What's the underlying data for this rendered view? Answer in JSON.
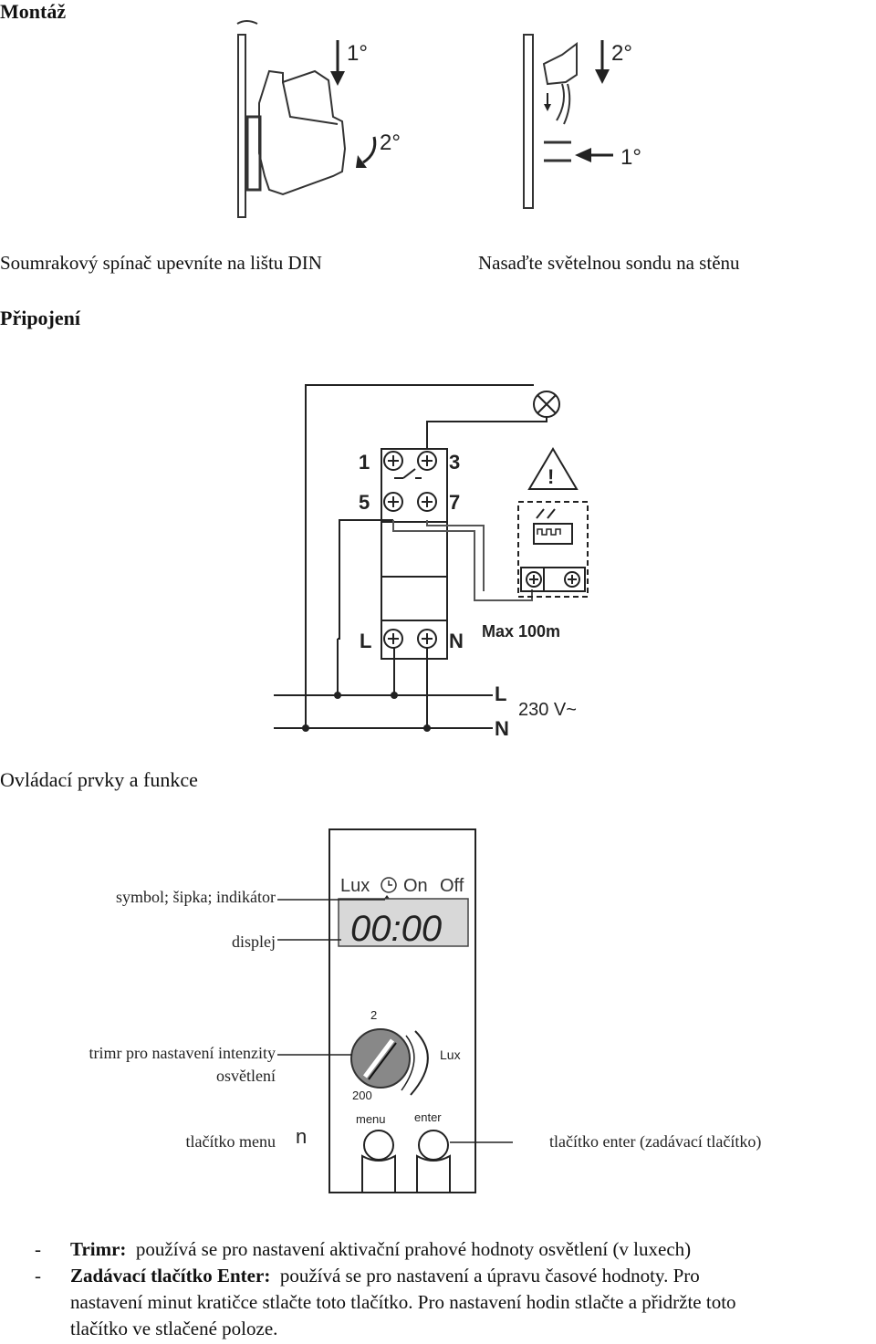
{
  "headings": {
    "mounting": "Montáž",
    "connection": "Připojení",
    "controls": "Ovládací prvky a funkce"
  },
  "captions": {
    "din_rail": "Soumrakový spínač upevníte na lištu DIN",
    "probe": "Nasaďte světelnou sondu na stěnu"
  },
  "mount_diagram": {
    "left_step1": "1°",
    "left_step2": "2°",
    "right_step2": "2°",
    "right_step1": "1°"
  },
  "wiring_diagram": {
    "terminal_1": "1",
    "terminal_3": "3",
    "terminal_5": "5",
    "terminal_7": "7",
    "terminal_L": "L",
    "terminal_N": "N",
    "max_length": "Max 100m",
    "line_L": "L",
    "line_N": "N",
    "voltage": "230 V~"
  },
  "device_diagram": {
    "lux": "Lux",
    "on": "On",
    "off": "Off",
    "display_value": "00:00",
    "dial_top": "2",
    "dial_bottom": "200",
    "dial_unit": "Lux",
    "menu_button": "menu",
    "enter_button": "enter",
    "side_mark": "n"
  },
  "callouts": {
    "symbol": "symbol; šipka; indikátor",
    "display": "displej",
    "trimmer_line1": "trimr pro nastavení intenzity",
    "trimmer_line2": "osvětlení",
    "menu_button": "tlačítko menu",
    "enter_button": "tlačítko enter (zadávací tlačítko)"
  },
  "bullets": [
    {
      "dash": "-",
      "term": "Trimr:",
      "text": "používá se pro nastavení aktivační prahové hodnoty osvětlení (v luxech)"
    },
    {
      "dash": "-",
      "term": "Zadávací tlačítko Enter:",
      "text": "používá se pro nastavení a úpravu časové hodnoty. Pro",
      "line2": "nastavení minut kratičce stlačte toto tlačítko. Pro nastavení hodin stlačte a přidržte toto",
      "line3": "tlačítko ve stlačené poloze."
    }
  ]
}
